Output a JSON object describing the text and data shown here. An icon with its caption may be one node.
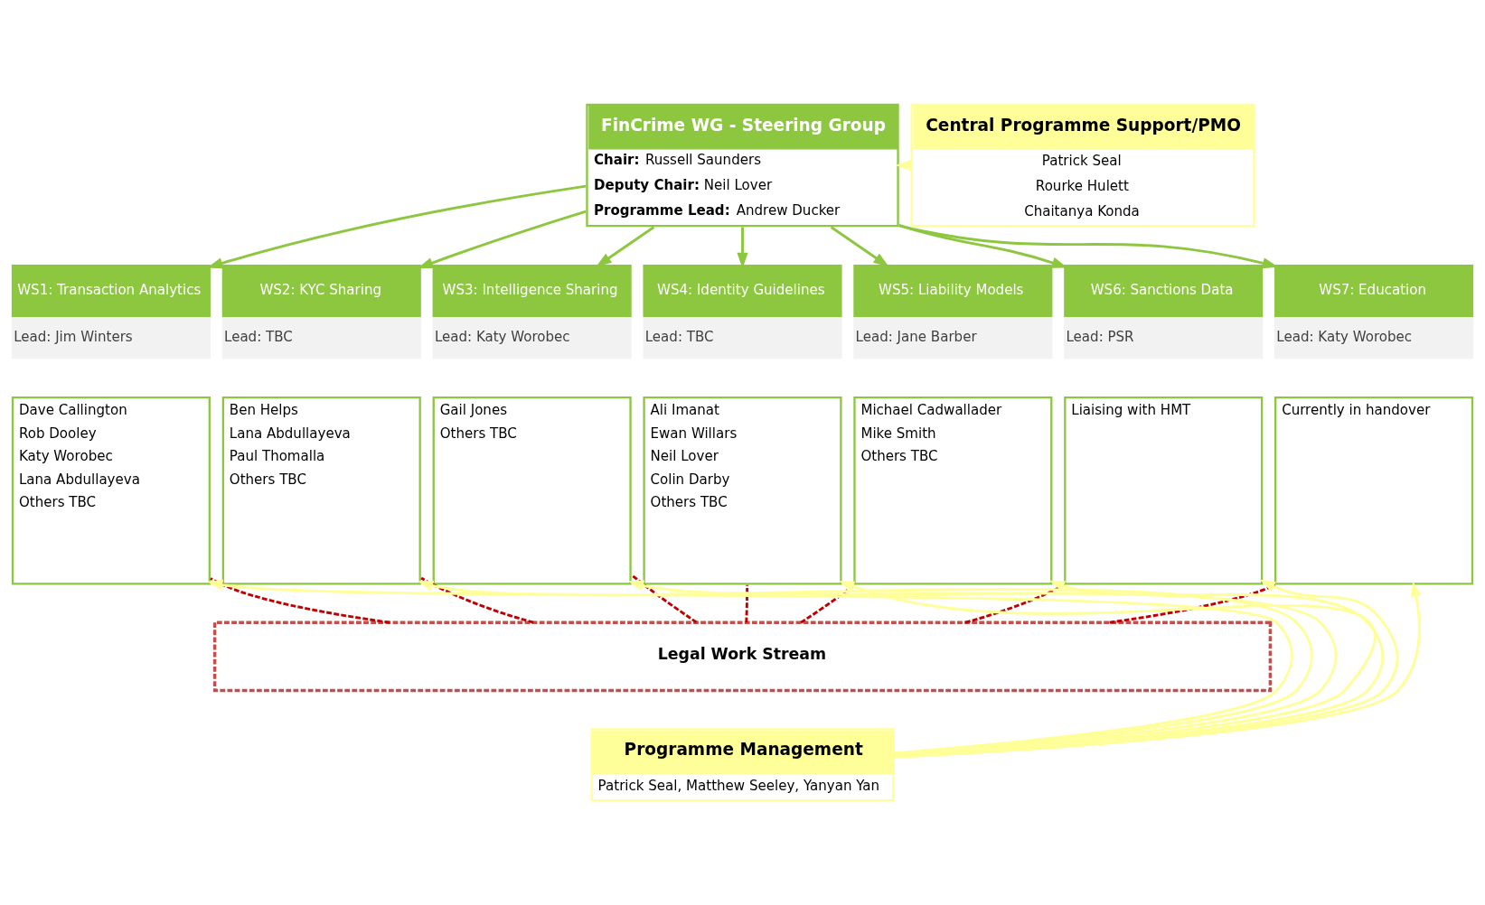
{
  "diagram": {
    "nodes": [
      {
        "text": [
          "FinCrime WG - Steering Group",
          "**Chair:** Russell Saunders",
          "**Deputy Chair:** Neil Lover",
          "**Programme Lead:** Andrew Ducker"
        ]
      },
      {
        "text": [
          "Central Programme Support/PMO",
          "Patrick Seal",
          "Rourke Hulett",
          "Chaitanya Konda"
        ]
      },
      {
        "text": [
          "WS1: Transaction Analytics",
          "Lead: Jim Winters"
        ]
      },
      {
        "text": [
          "Dave Callington",
          "Rob Dooley",
          "Katy Worobec",
          "Lana Abdullayeva",
          "Others TBC"
        ]
      },
      {
        "text": [
          "WS2: KYC Sharing",
          "Lead: TBC"
        ]
      },
      {
        "text": [
          "Ben Helps",
          "Lana Abdullayeva",
          "Paul Thomalla",
          "Others TBC"
        ]
      },
      {
        "text": [
          "WS3: Intelligence Sharing",
          "Lead: Katy Worobec"
        ]
      },
      {
        "text": [
          "Gail Jones",
          "Others TBC"
        ]
      },
      {
        "text": [
          "WS4: Identity Guidelines",
          "Lead: TBC"
        ]
      },
      {
        "text": [
          "Ali Imanat",
          "Ewan Willars",
          "Neil Lover",
          "Colin Darby",
          "Others TBC"
        ]
      },
      {
        "text": [
          "WS5: Liability Models",
          "Lead: Jane Barber"
        ]
      },
      {
        "text": [
          "Michael Cadwallader",
          "Mike Smith",
          "Others TBC"
        ]
      },
      {
        "text": [
          "WS6: Sanctions Data",
          "Lead: PSR"
        ]
      },
      {
        "text": [
          "Liaising with HMT"
        ]
      },
      {
        "text": [
          "WS7: Education",
          "Lead: Katy Worobec"
        ]
      },
      {
        "text": [
          "Currently in handover"
        ]
      },
      {
        "text": [
          "Legal Work Stream"
        ]
      },
      {
        "text": [
          "Programme Management",
          "Patrick Seal, Matthew Seeley, Yanyan Yan"
        ]
      }
    ],
    "edges": [
      {
        "from": 1,
        "to": 0,
        "arrow": "to",
        "color": "#ffff99"
      },
      {
        "from": 0,
        "to": 2,
        "arrow": "to",
        "color": "#8dc63f"
      },
      {
        "from": 0,
        "to": 4,
        "arrow": "to",
        "color": "#8dc63f"
      },
      {
        "from": 0,
        "to": 6,
        "arrow": "to",
        "color": "#8dc63f"
      },
      {
        "from": 0,
        "to": 8,
        "arrow": "to",
        "color": "#8dc63f"
      },
      {
        "from": 0,
        "to": 10,
        "arrow": "to",
        "color": "#8dc63f"
      },
      {
        "from": 0,
        "to": 12,
        "arrow": "to",
        "color": "#8dc63f"
      },
      {
        "from": 0,
        "to": 14,
        "arrow": "to",
        "color": "#8dc63f"
      },
      {
        "from": 17,
        "to": 3,
        "arrow": "to",
        "color": "#ffff99"
      },
      {
        "from": 17,
        "to": 5,
        "arrow": "to",
        "color": "#ffff99"
      },
      {
        "from": 17,
        "to": 7,
        "arrow": "to",
        "color": "#ffff99"
      },
      {
        "from": 17,
        "to": 9,
        "arrow": "to",
        "color": "#ffff99"
      },
      {
        "from": 17,
        "to": 11,
        "arrow": "to",
        "color": "#ffff99"
      },
      {
        "from": 17,
        "to": 13,
        "arrow": "to",
        "color": "#ffff99"
      },
      {
        "from": 17,
        "to": 15,
        "arrow": "to",
        "color": "#ffff99"
      },
      {
        "from": 16,
        "to": 3,
        "arrow": "none",
        "style": "dashed",
        "color": "#c00000"
      },
      {
        "from": 16,
        "to": 5,
        "arrow": "none",
        "style": "dashed",
        "color": "#c00000"
      },
      {
        "from": 16,
        "to": 7,
        "arrow": "none",
        "style": "dashed",
        "color": "#c00000"
      },
      {
        "from": 16,
        "to": 9,
        "arrow": "none",
        "style": "dashed",
        "color": "#c00000"
      },
      {
        "from": 16,
        "to": 11,
        "arrow": "none",
        "style": "dashed",
        "color": "#c00000"
      },
      {
        "from": 16,
        "to": 13,
        "arrow": "none",
        "style": "dashed",
        "color": "#c00000"
      },
      {
        "from": 16,
        "to": 15,
        "arrow": "none",
        "style": "dashed",
        "color": "#c00000"
      }
    ]
  }
}
